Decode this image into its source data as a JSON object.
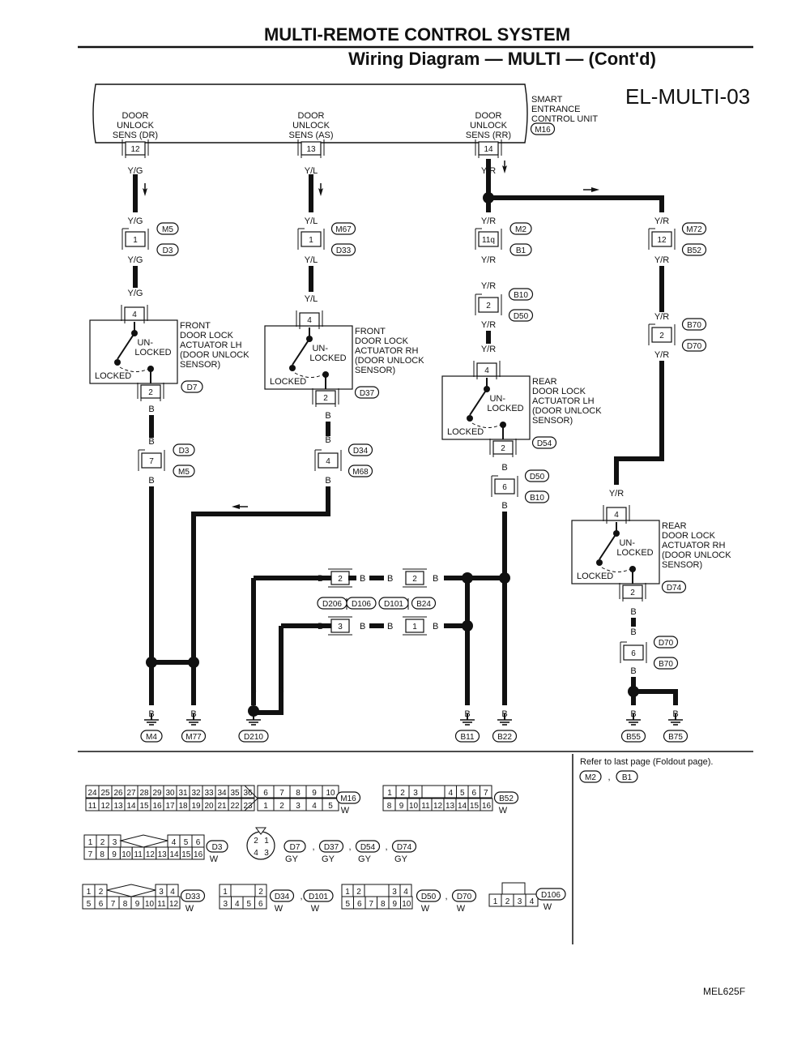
{
  "header": {
    "title": "MULTI-REMOTE CONTROL SYSTEM",
    "subtitle": "Wiring Diagram — MULTI — (Cont'd)",
    "sheet_id": "EL-MULTI-03"
  },
  "unit": {
    "lines": [
      "SMART",
      "ENTRANCE",
      "CONTROL UNIT"
    ],
    "connector": "M16"
  },
  "terminals": {
    "dr": {
      "lines": [
        "DOOR",
        "UNLOCK",
        "SENS (DR)"
      ],
      "pin": "12",
      "wire": "Y/G"
    },
    "as": {
      "lines": [
        "DOOR",
        "UNLOCK",
        "SENS (AS)"
      ],
      "pin": "13",
      "wire": "Y/L"
    },
    "rr": {
      "lines": [
        "DOOR",
        "UNLOCK",
        "SENS (RR)"
      ],
      "pin": "14",
      "wire": "Y/R"
    }
  },
  "wires": {
    "yg": "Y/G",
    "yl": "Y/L",
    "yr": "Y/R",
    "b": "B"
  },
  "joints": {
    "c1": {
      "pin": "1",
      "top": "M5",
      "bottom": "D3"
    },
    "c2": {
      "pin": "1",
      "top": "M67",
      "bottom": "D33"
    },
    "c3": {
      "pin": "11q",
      "top": "M2",
      "bottom": "B1"
    },
    "c4": {
      "pin": "2",
      "top": "B10",
      "bottom": "D50"
    },
    "c5": {
      "pin": "12",
      "top": "M72",
      "bottom": "B52"
    },
    "c6": {
      "pin": "2",
      "top": "B70",
      "bottom": "D70"
    },
    "g1": {
      "pin": "7",
      "top": "D3",
      "bottom": "M5"
    },
    "g2": {
      "pin": "4",
      "top": "D34",
      "bottom": "M68"
    },
    "g3": {
      "pin": "6",
      "top": "D50",
      "bottom": "B10"
    },
    "g4": {
      "pin": "6",
      "top": "D70",
      "bottom": "B70"
    },
    "m1": {
      "pin": "2",
      "left": "D206",
      "right": "D106"
    },
    "m2": {
      "pin": "2",
      "left": "D101",
      "right": "B24"
    },
    "m3": {
      "pin": "3"
    },
    "m4": {
      "pin": "1"
    }
  },
  "actuators": {
    "flh": {
      "lines": [
        "FRONT",
        "DOOR LOCK",
        "ACTUATOR LH",
        "(DOOR UNLOCK",
        "SENSOR)"
      ],
      "connector": "D7",
      "in_pin": "4",
      "out_pin": "2"
    },
    "frh": {
      "lines": [
        "FRONT",
        "DOOR LOCK",
        "ACTUATOR RH",
        "(DOOR UNLOCK",
        "SENSOR)"
      ],
      "connector": "D37",
      "in_pin": "4",
      "out_pin": "2"
    },
    "rlh": {
      "lines": [
        "REAR",
        "DOOR LOCK",
        "ACTUATOR LH",
        "(DOOR UNLOCK",
        "SENSOR)"
      ],
      "connector": "D54",
      "in_pin": "4",
      "out_pin": "2"
    },
    "rrh": {
      "lines": [
        "REAR",
        "DOOR LOCK",
        "ACTUATOR RH",
        "(DOOR UNLOCK",
        "SENSOR)"
      ],
      "connector": "D74",
      "in_pin": "4",
      "out_pin": "2"
    },
    "un": "UN-",
    "unlocked": "LOCKED",
    "locked": "LOCKED"
  },
  "grounds": [
    "M4",
    "M77",
    "D210",
    "B11",
    "B22",
    "B55",
    "B75"
  ],
  "reference_note": "Refer to last page (Foldout page).",
  "reference_connectors": [
    "M2",
    "B1"
  ],
  "connector_faces": {
    "m16": {
      "id": "M16",
      "color": "W",
      "top": [
        "24",
        "25",
        "26",
        "27",
        "28",
        "29",
        "30",
        "31",
        "32",
        "33",
        "34",
        "35",
        "36",
        "6",
        "7",
        "8",
        "9",
        "10"
      ],
      "bottom": [
        "11",
        "12",
        "13",
        "14",
        "15",
        "16",
        "17",
        "18",
        "19",
        "20",
        "21",
        "22",
        "23",
        "1",
        "2",
        "3",
        "4",
        "5"
      ]
    },
    "b52": {
      "id": "B52",
      "color": "W",
      "top": [
        "1",
        "2",
        "3",
        "4",
        "5",
        "6",
        "7"
      ],
      "bottom": [
        "8",
        "9",
        "10",
        "11",
        "12",
        "13",
        "14",
        "15",
        "16"
      ]
    },
    "d3": {
      "id": "D3",
      "color": "W",
      "top": [
        "1",
        "2",
        "3",
        "4",
        "5",
        "6"
      ],
      "bottom": [
        "7",
        "8",
        "9",
        "10",
        "11",
        "12",
        "13",
        "14",
        "15",
        "16"
      ]
    },
    "dgroup": {
      "ids": [
        "D7",
        "D37",
        "D54",
        "D74"
      ],
      "colors": [
        "GY",
        "GY",
        "GY",
        "GY"
      ],
      "top": [
        "2",
        "1"
      ],
      "bottom": [
        "4",
        "3"
      ]
    },
    "d33": {
      "id": "D33",
      "color": "W",
      "top": [
        "1",
        "2",
        "3",
        "4"
      ],
      "bottom": [
        "5",
        "6",
        "7",
        "8",
        "9",
        "10",
        "11",
        "12"
      ]
    },
    "d34": {
      "ids": [
        "D34",
        "D101"
      ],
      "colors": [
        "W",
        "W"
      ],
      "top": [
        "1",
        "2"
      ],
      "bottom": [
        "3",
        "4",
        "5",
        "6"
      ]
    },
    "d50": {
      "ids": [
        "D50",
        "D70"
      ],
      "colors": [
        "W",
        "W"
      ],
      "top": [
        "1",
        "2",
        "3",
        "4"
      ],
      "bottom": [
        "5",
        "6",
        "7",
        "8",
        "9",
        "10"
      ]
    },
    "d106": {
      "id": "D106",
      "color": "W",
      "bottom": [
        "1",
        "2",
        "3",
        "4"
      ]
    }
  },
  "doc_id": "MEL625F"
}
